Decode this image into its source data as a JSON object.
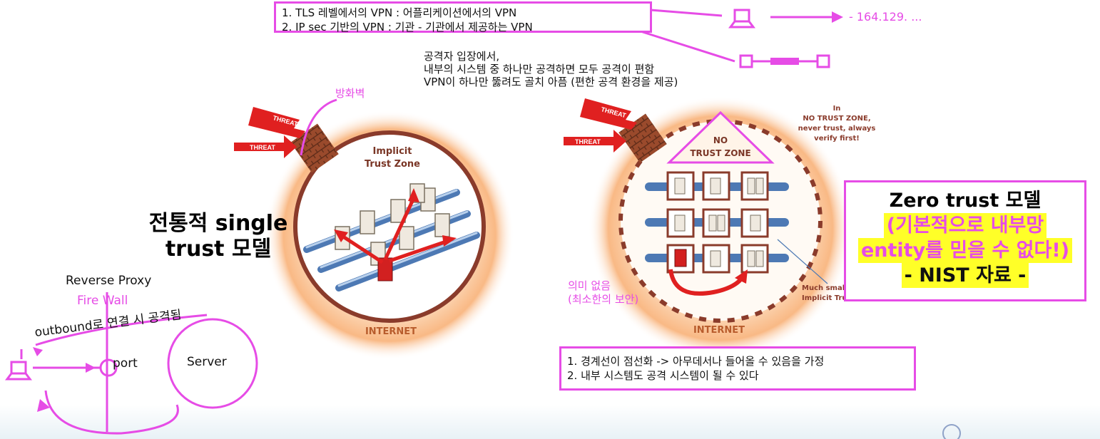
{
  "vpn_box": {
    "line1": "1. TLS 레벨에서의 VPN : 어플리케이션에서의 VPN",
    "line2": "2. IP sec 기반의 VPN : 기관 - 기관에서 제공하는 VPN"
  },
  "ip_note": "- 164.129. ...",
  "attacker_note": {
    "line1": "공격자 입장에서,",
    "line2": "내부의 시스템 중 하나만 공격하면 모두 공격이 편함",
    "line3": "VPN이 하나만 뚫려도 골치 아픔 (편한 공격 환경을 제공)"
  },
  "left_diagram": {
    "firewall_label": "방화벽",
    "threat_label": "THREAT",
    "zone_line1": "Implicit",
    "zone_line2": "Trust Zone",
    "internet": "INTERNET",
    "title_line1": "전통적 single",
    "title_line2": "trust 모델"
  },
  "right_diagram": {
    "threat_label": "THREAT",
    "no_trust_line1": "NO",
    "no_trust_line2": "TRUST ZONE",
    "in_note_line1": "In",
    "in_note_line2": "NO TRUST ZONE,",
    "in_note_line3": "never trust, always",
    "in_note_line4": "verify first!",
    "meaningless_line1": "의미 없음",
    "meaningless_line2": "(최소한의 보안)",
    "much_smaller_line1": "Much smaller",
    "much_smaller_line2": "Implicit Trust Zone",
    "internet": "INTERNET"
  },
  "zero_trust": {
    "line1": "Zero trust 모델",
    "line2": "(기본적으로 내부망",
    "line3": "entity를 믿을 수 없다!)",
    "line4": "- NIST 자료 -"
  },
  "proxy_sketch": {
    "reverse_proxy": "Reverse Proxy",
    "fire_wall": "Fire Wall",
    "outbound": "outbound로 연결 시 공격됨",
    "port": "port",
    "server": "Server"
  },
  "bottom_box": {
    "line1": "1. 경계선이 점선화 -> 아무데서나 들어올 수 있음을 가정",
    "line2": "2. 내부 시스템도 공격 시스템이 될 수 있다"
  },
  "colors": {
    "accent_pink": "#e64ce6",
    "highlight_yellow": "#ffff28",
    "threat_red": "#e02020",
    "zone_brown": "#8a3b2b"
  }
}
